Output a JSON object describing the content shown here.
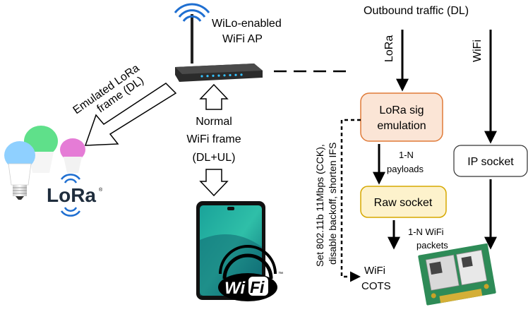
{
  "labels": {
    "ap_line1": "WiLo-enabled",
    "ap_line2": "WiFi AP",
    "outbound": "Outbound traffic (DL)",
    "lora_path": "LoRa",
    "wifi_path": "WiFi",
    "emulated_line1": "Emulated LoRa",
    "emulated_line2": "frame (DL)",
    "normal_line1": "Normal",
    "normal_line2": "WiFi frame",
    "normal_line3": "(DL+UL)",
    "config_line1": "Set 802.11b 11Mbps (CCK),",
    "config_line2": "disable backoff, shorten IFS",
    "payloads_line1": "1-N",
    "payloads_line2": "payloads",
    "packets_line1": "1-N WiFi",
    "packets_line2": "packets",
    "cots_line1": "WiFi",
    "cots_line2": "COTS"
  },
  "boxes": {
    "lora_sig_line1": "LoRa sig",
    "lora_sig_line2": "emulation",
    "ip_socket": "IP socket",
    "raw_socket": "Raw socket"
  },
  "logos": {
    "lora_text": "LoRa",
    "lora_reg": "®",
    "wifi_w": "Wi",
    "wifi_fi": "Fi",
    "wifi_tm": "™"
  },
  "icons": [
    "wifi-router-icon",
    "smart-bulbs-icon",
    "smartphone-icon",
    "wifi-card-icon",
    "lora-logo",
    "wifi-logo"
  ],
  "colors": {
    "box_fill": "#fbe5d6",
    "box_border": "#e07b39",
    "raw_box_fill": "#fdf2cc",
    "raw_box_border": "#d6a800",
    "ap_signal": "#1f6fd1",
    "lora_text": "#1f2d3d",
    "lora_signal": "#1f6fd1",
    "card_green": "#2e8b57"
  }
}
